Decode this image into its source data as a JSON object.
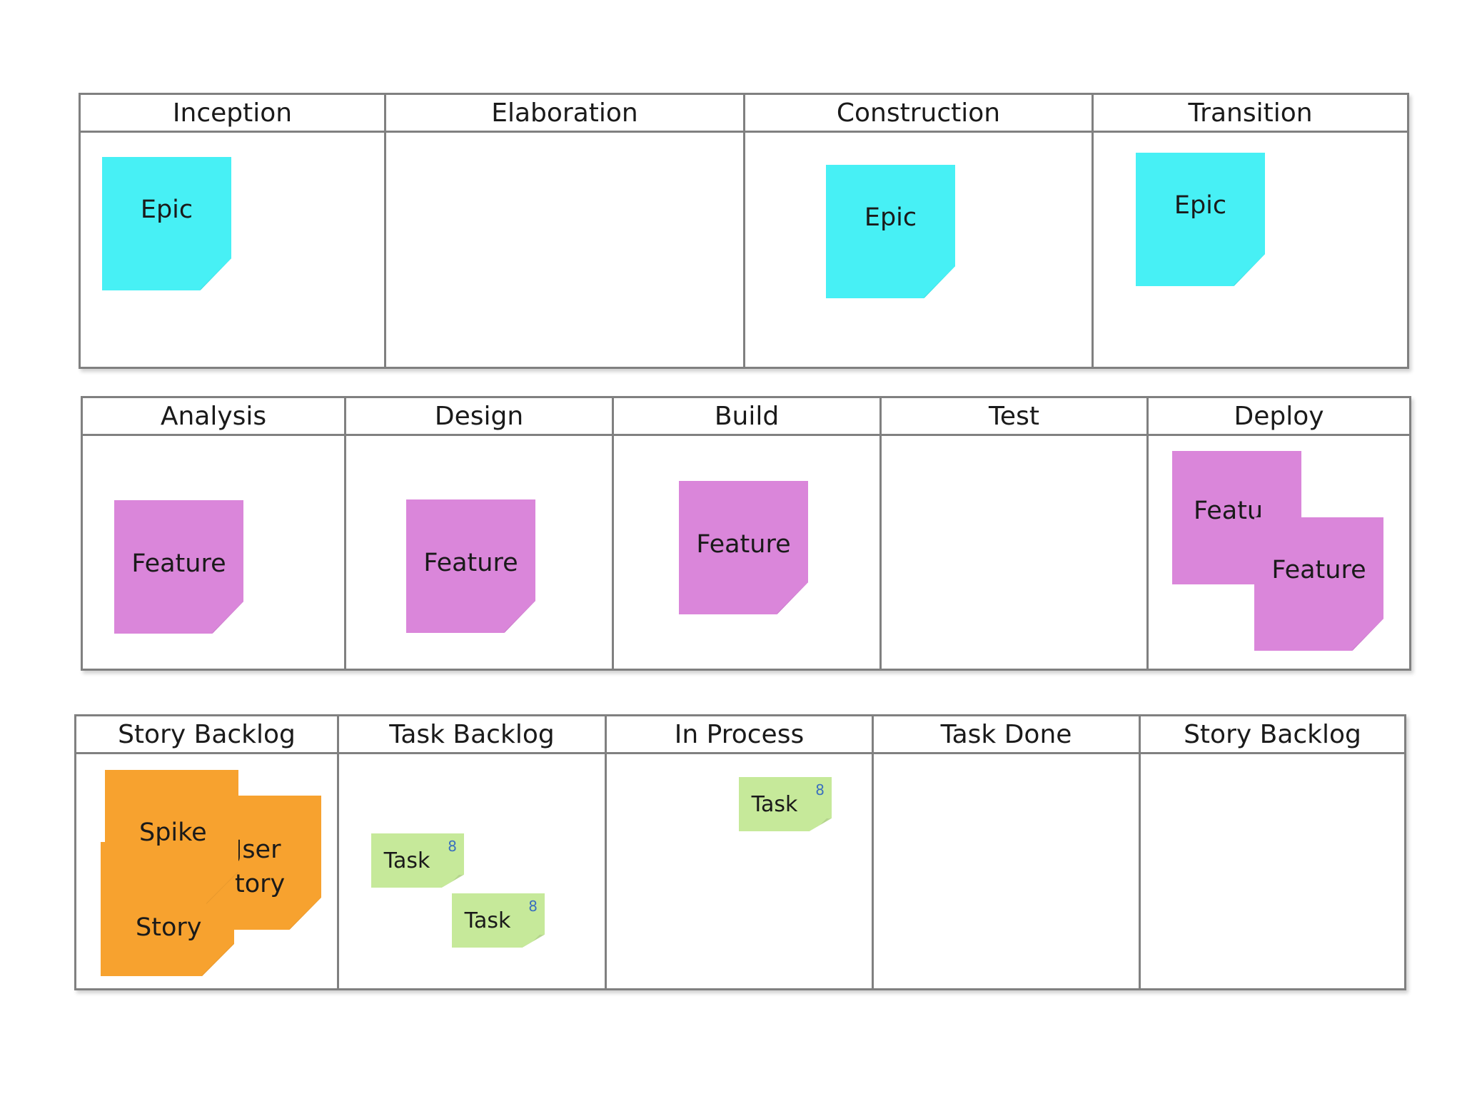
{
  "phase_board": {
    "columns": [
      "Inception",
      "Elaboration",
      "Construction",
      "Transition"
    ],
    "notes": {
      "inception": "Epic",
      "construction": "Epic",
      "transition": "Epic"
    }
  },
  "flow_board": {
    "columns": [
      "Analysis",
      "Design",
      "Build",
      "Test",
      "Deploy"
    ],
    "notes": {
      "analysis": "Feature",
      "design": "Feature",
      "build": "Feature",
      "deploy_back": "Featu",
      "deploy_front": "Feature"
    }
  },
  "task_board": {
    "columns": [
      "Story Backlog",
      "Task Backlog",
      "In Process",
      "Task Done",
      "Story Backlog"
    ],
    "notes": {
      "user_story_line1": "Jser",
      "user_story_line2": "tory",
      "spike": "Spike",
      "story": "Story",
      "task_label": "Task",
      "task_points": "8"
    }
  },
  "colors": {
    "epic": "#47f0f5",
    "feature": "#da86da",
    "story": "#f7a22f",
    "task": "#c6e99a",
    "grid": "#808080"
  }
}
